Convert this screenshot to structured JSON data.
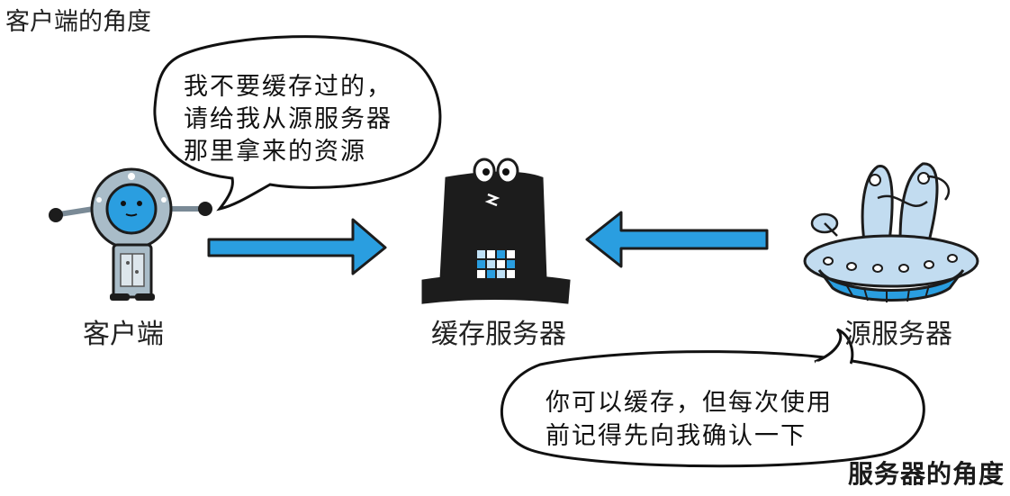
{
  "title": "客户端的角度",
  "nodes": {
    "client": "客户端",
    "cache_server": "缓存服务器",
    "origin_server": "源服务器"
  },
  "bubbles": {
    "client_speech": [
      "我不要缓存过的，",
      "请给我从源服务器",
      "那里拿来的资源"
    ],
    "origin_speech": [
      "你可以缓存，但每次使用",
      "前记得先向我确认一下"
    ]
  },
  "watermark": "服务器的角度",
  "colors": {
    "arrow": "#2a9ee0",
    "robot_body": "#a9bcc8",
    "robot_face": "#2a9ee0",
    "hat": "#1c1c1c",
    "ufo": "#c2dcf0"
  },
  "icons": {
    "client": "robot-icon",
    "cache_server": "top-hat-icon",
    "origin_server": "ufo-icon"
  }
}
